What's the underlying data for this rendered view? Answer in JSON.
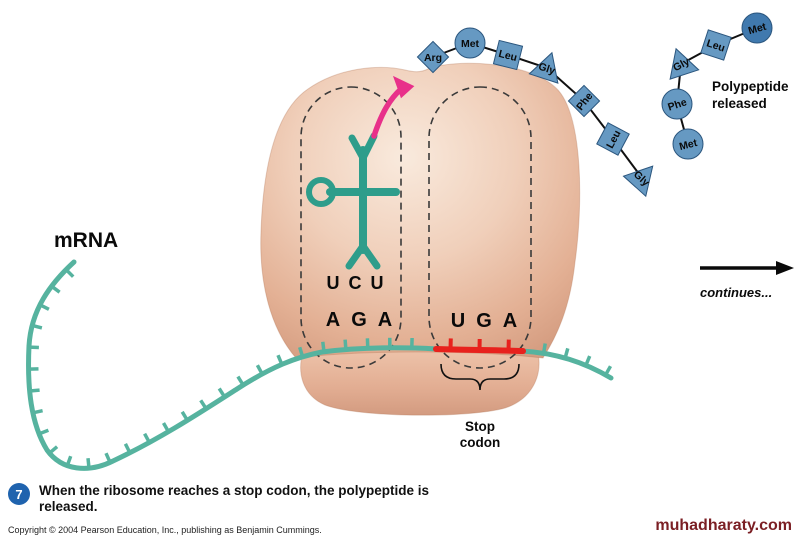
{
  "labels": {
    "mrna": "mRNA",
    "polypeptide_released_line1": "Polypeptide",
    "polypeptide_released_line2": "released",
    "continues": "continues...",
    "stop_codon_line1": "Stop",
    "stop_codon_line2": "codon"
  },
  "codons": {
    "anticodon": [
      "U",
      "C",
      "U"
    ],
    "p_site_codon": [
      "A",
      "G",
      "A"
    ],
    "stop_codon": [
      "U",
      "G",
      "A"
    ]
  },
  "polypeptide": {
    "attached": [
      "Arg",
      "Met",
      "Leu",
      "Gly",
      "Phe",
      "Leu",
      "Gly"
    ],
    "released": [
      "Met",
      "Leu",
      "Gly",
      "Phe",
      "Met"
    ]
  },
  "caption": {
    "number": "7",
    "text": "When the ribosome reaches a stop codon, the polypeptide is released."
  },
  "footer": {
    "copyright": "Copyright © 2004 Pearson Education, Inc., publishing as Benjamin Cummings.",
    "website": "muhadharaty.com"
  },
  "colors": {
    "mrna_teal": "#56b39f",
    "trna_teal": "#2e9d8b",
    "stop_red": "#e8211d",
    "release_arrow_pink": "#e8308a",
    "amino_blue": "#6699c2",
    "amino_blue_dark": "#4079ae",
    "amino_outline": "#2b567e",
    "ribosome_peach": "#ecc4ad",
    "badge_blue": "#1f63ae",
    "website_maroon": "#7b1f24"
  }
}
